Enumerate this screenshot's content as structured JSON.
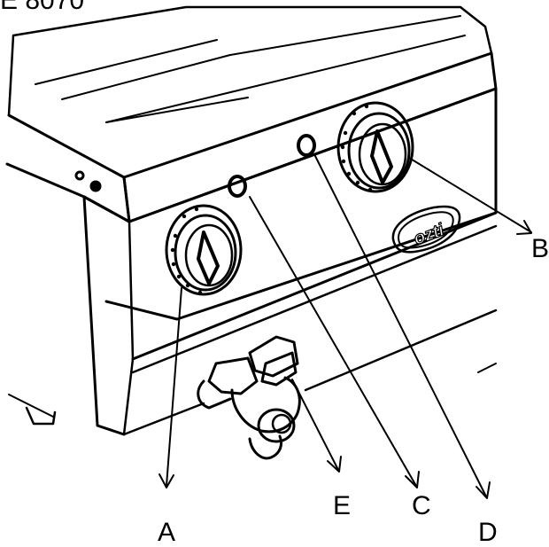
{
  "model_code": "E 8070",
  "brand_logo_text": "ozti",
  "callouts": {
    "a": "A",
    "b": "B",
    "c": "C",
    "d": "D",
    "e": "E"
  },
  "colors": {
    "line": "#000000",
    "background": "#ffffff"
  }
}
